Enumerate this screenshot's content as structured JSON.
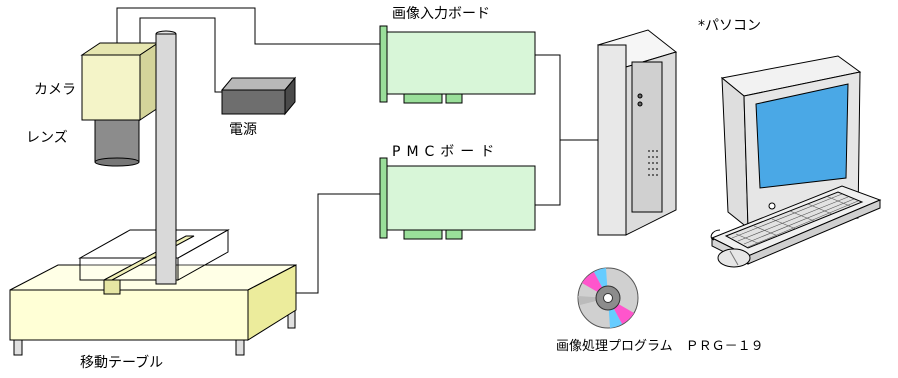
{
  "labels": {
    "camera": "カメラ",
    "lens": "レンズ",
    "power": "電源",
    "capture_board": "画像入力ボード",
    "pmc_board": "PMCボード",
    "pc": "*パソコン",
    "stage": "移動テーブル",
    "software": "画像処理プログラム　ＰＲＧ－１９"
  },
  "colors": {
    "camera_body": "#f4f4c8",
    "lens": "#8c8c8c",
    "board": "#d8f6d8",
    "table": "#ffffd6",
    "pc_case": "#ececec",
    "screen": "#4aa8e6",
    "power_box": "#6e6e6e"
  },
  "icons": [
    "camera-icon",
    "lens-icon",
    "power-supply-icon",
    "capture-board-icon",
    "pmc-board-icon",
    "computer-icon",
    "moving-stage-icon",
    "cd-disc-icon"
  ]
}
